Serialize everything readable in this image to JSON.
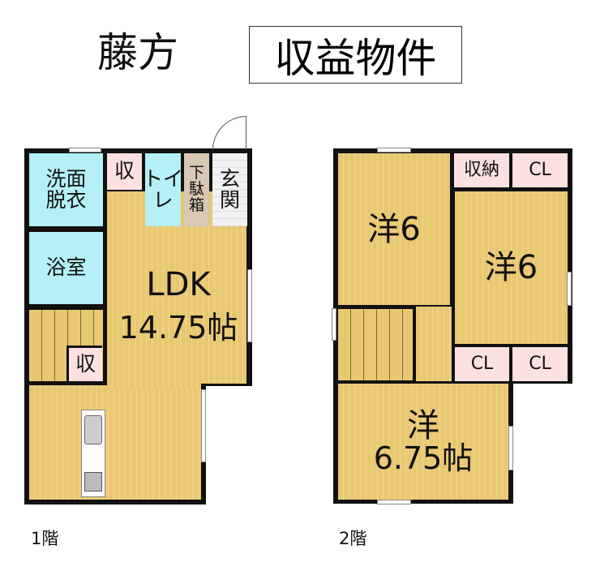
{
  "header": {
    "location": "藤方",
    "category": "収益物件"
  },
  "floor1": {
    "label": "1階",
    "rooms": {
      "washroom": "洗面\n脱衣",
      "bath": "浴室",
      "storage_top": "収",
      "toilet": "トイ\nレ",
      "shoe_box": "下\n駄\n箱",
      "entrance": "玄\n関",
      "storage_stairs": "収",
      "ldk": "LDK",
      "ldk_size": "14.75帖"
    }
  },
  "floor2": {
    "label": "2階",
    "rooms": {
      "western_nw": "洋6",
      "western_ne": "洋6",
      "storage": "収納",
      "closet_top": "CL",
      "closet_mid_left": "CL",
      "closet_mid_right": "CL",
      "western_s": "洋",
      "western_s_size": "6.75帖"
    }
  },
  "colors": {
    "wood": "#e9c872",
    "wet_area": "#b4f0f6",
    "storage": "#fde0e0",
    "wall": "#111111"
  }
}
